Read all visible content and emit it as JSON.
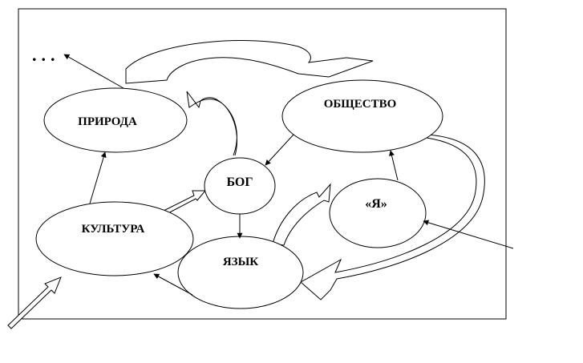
{
  "nodes": {
    "priroda": "ПРИРОДА",
    "obshchestvo": "ОБЩЕСТВО",
    "bog": "БОГ",
    "ya": "«Я»",
    "kultura": "КУЛЬТУРА",
    "yazyk": "ЯЗЫК"
  },
  "ellipsis": "...",
  "colors": {
    "stroke": "#000000",
    "background": "#ffffff"
  }
}
